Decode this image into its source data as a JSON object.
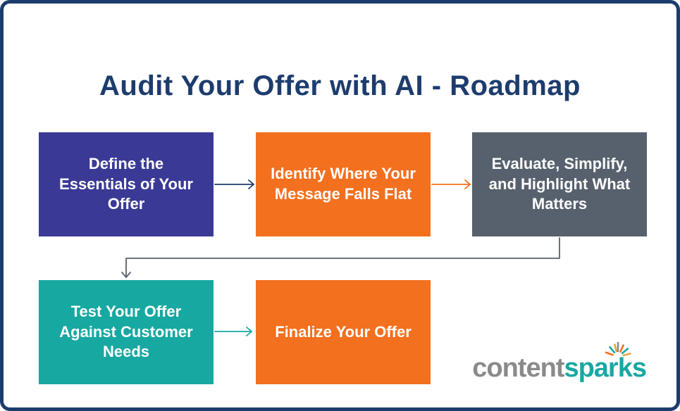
{
  "title": "Audit Your Offer with AI - Roadmap",
  "colors": {
    "border": "#1d3c6e",
    "title": "#1d3c6e",
    "background": "#ffffff"
  },
  "boxes": [
    {
      "label": "Define the Essentials of Your Offer",
      "color": "#3a3a96"
    },
    {
      "label": "Identify Where Your Message Falls Flat",
      "color": "#f3701f"
    },
    {
      "label": "Evaluate, Simplify, and Highlight What Matters",
      "color": "#57616e"
    },
    {
      "label": "Test Your Offer Against Customer Needs",
      "color": "#18a8a2"
    },
    {
      "label": "Finalize Your Offer",
      "color": "#f3701f"
    }
  ],
  "arrows": [
    {
      "name": "define-to-identify",
      "color": "#1d3c6e"
    },
    {
      "name": "identify-to-evaluate",
      "color": "#f3701f"
    },
    {
      "name": "evaluate-to-test",
      "color": "#57616e"
    },
    {
      "name": "test-to-finalize",
      "color": "#18a8a2"
    }
  ],
  "logo": {
    "part1": "content",
    "part2": "sparks",
    "part1_color": "#8a8a8a",
    "part2_color": "#18a8a2",
    "spark_colors": [
      "#f3701f",
      "#18a8a2",
      "#e8a33d",
      "#8a8a8a",
      "#f3701f",
      "#18a8a2",
      "#e8a33d"
    ]
  }
}
